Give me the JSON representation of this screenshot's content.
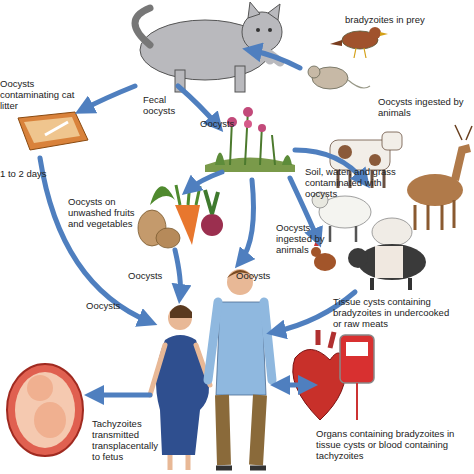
{
  "diagram": {
    "labels": [
      "bradyzoites in prey",
      "Fecal oocysts",
      "Oocysts",
      "Oocysts ingested by animals",
      "Oocysts contaminating cat litter",
      "1 to 2 days",
      "Soil, water, and grass contaminated with oocysts",
      "Oocysts on unwashed fruits and vegetables",
      "Oocysts ingested by animals",
      "Oocysts",
      "Oocysts",
      "Oocysts",
      "Tissue cysts containing bradyzoites in undercooked or raw meats",
      "Tachyzoites transmitted transplacentally to fetus",
      "Organs containing bradyzoites in tissue cysts or blood containing tachyzoites"
    ]
  }
}
